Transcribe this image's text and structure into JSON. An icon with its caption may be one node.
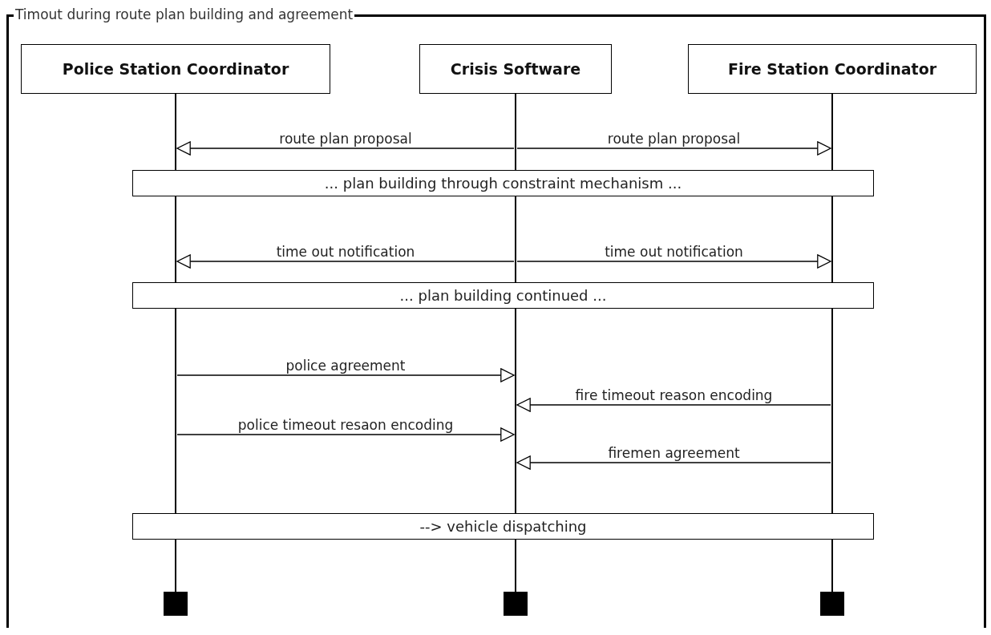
{
  "diagram": {
    "nodes": [
      {
        "text": [
          "Timout during route plan building and agreement"
        ]
      },
      {
        "text": [
          "Police Station Coordinator"
        ],
        "in": 0
      },
      {
        "text": [
          "Crisis Software"
        ],
        "in": 0
      },
      {
        "text": [
          "Fire Station Coordinator"
        ],
        "in": 0
      },
      {
        "text": [],
        "shape": "line",
        "in": 0
      },
      {
        "text": [],
        "shape": "line",
        "in": 0
      },
      {
        "text": [],
        "shape": "line",
        "in": 0
      },
      {
        "text": [
          "... plan building through constraint mechanism ..."
        ],
        "in": 0
      },
      {
        "text": [
          "... plan building continued ..."
        ],
        "in": 0
      },
      {
        "text": [
          "--> vehicle dispatching"
        ],
        "in": 0
      },
      {
        "text": [],
        "shape": "box",
        "in": 0
      },
      {
        "text": [],
        "shape": "box",
        "in": 0
      },
      {
        "text": [],
        "shape": "box",
        "in": 0
      }
    ],
    "edges": [
      {
        "from": 5,
        "to": 4,
        "arrow": "to",
        "label": "route plan proposal"
      },
      {
        "from": 5,
        "to": 6,
        "arrow": "to",
        "label": "route plan proposal"
      },
      {
        "from": 5,
        "to": 4,
        "arrow": "to",
        "label": "time out notification"
      },
      {
        "from": 5,
        "to": 6,
        "arrow": "to",
        "label": "time out notification"
      },
      {
        "from": 4,
        "to": 5,
        "arrow": "to",
        "label": "police agreement"
      },
      {
        "from": 6,
        "to": 5,
        "arrow": "to",
        "label": "fire timeout reason encoding"
      },
      {
        "from": 4,
        "to": 5,
        "arrow": "to",
        "label": "police timeout resaon encoding"
      },
      {
        "from": 6,
        "to": 5,
        "arrow": "to",
        "label": "firemen agreement"
      }
    ]
  }
}
